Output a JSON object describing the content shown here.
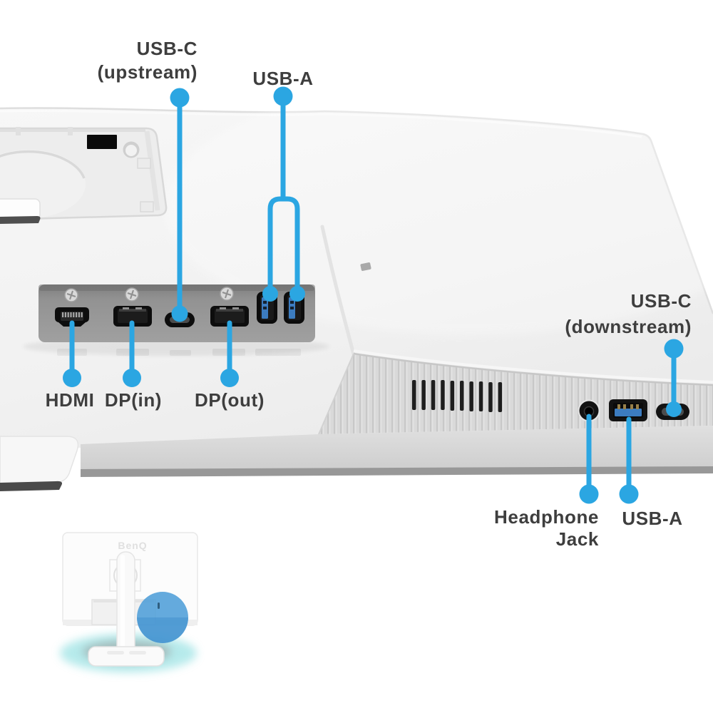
{
  "diagram_type": "monitor-rear-port-callout-diagram",
  "colors": {
    "leader_blue": "#2BA6E2",
    "label_text": "#3E3E3E",
    "usb_port_blue": "#3C7CC0",
    "inset_highlight_blue": "#4E9ED8",
    "device_body": "#F2F2F2",
    "port_panel_gray": "#949494"
  },
  "callouts": {
    "usb_c_upstream": {
      "line1": "USB-C",
      "line2": "(upstream)"
    },
    "usb_a_top": {
      "label": "USB-A"
    },
    "hdmi": {
      "label": "HDMI"
    },
    "dp_in": {
      "label": "DP(in)"
    },
    "dp_out": {
      "label": "DP(out)"
    },
    "usb_c_downstream": {
      "line1": "USB-C",
      "line2": "(downstream)"
    },
    "headphone_jack": {
      "line1": "Headphone",
      "line2": "Jack"
    },
    "usb_a_bottom": {
      "label": "USB-A"
    }
  },
  "ports_depicted": [
    "HDMI",
    "DisplayPort in",
    "USB-C upstream",
    "DisplayPort out",
    "USB-A",
    "USB-A",
    "Headphone Jack",
    "USB-A",
    "USB-C downstream"
  ],
  "inset": {
    "brand_logo": "BenQ"
  }
}
